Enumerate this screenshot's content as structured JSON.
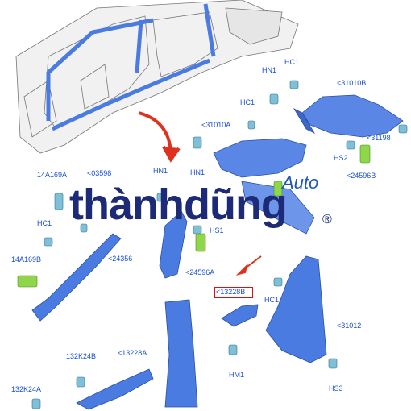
{
  "diagram": {
    "labels": {
      "hc1_top": "HC1",
      "hn1_top": "HN1",
      "p31010b": "<31010B",
      "hc1_mid": "HC1",
      "p31010a": "<31010A",
      "p31198": "<31198",
      "hs2": "HS2",
      "p24596b": "<24596B",
      "p14a169a": "14A169A",
      "p03598": "<03598",
      "hn1_mid": "HN1",
      "hn1_mid2": "HN1",
      "hc1_left": "HC1",
      "hs1": "HS1",
      "p14a169b": "14A169B",
      "p24356": "<24356",
      "p24596a": "<24596A",
      "p13228b": "<13228B",
      "hc1_right": "HC1",
      "p31012": "<31012",
      "p132k24b": "132K24B",
      "p13228a": "<13228A",
      "hm1": "HM1",
      "p132k24a": "132K24A",
      "hs3": "HS3"
    },
    "watermark": {
      "main": "thànhdũng",
      "auto": "Auto",
      "reg": "®"
    },
    "colors": {
      "part": "#4a7be0",
      "label": "#1a4fd6",
      "highlight": "#dd1111",
      "arrow": "#e0301e"
    }
  }
}
